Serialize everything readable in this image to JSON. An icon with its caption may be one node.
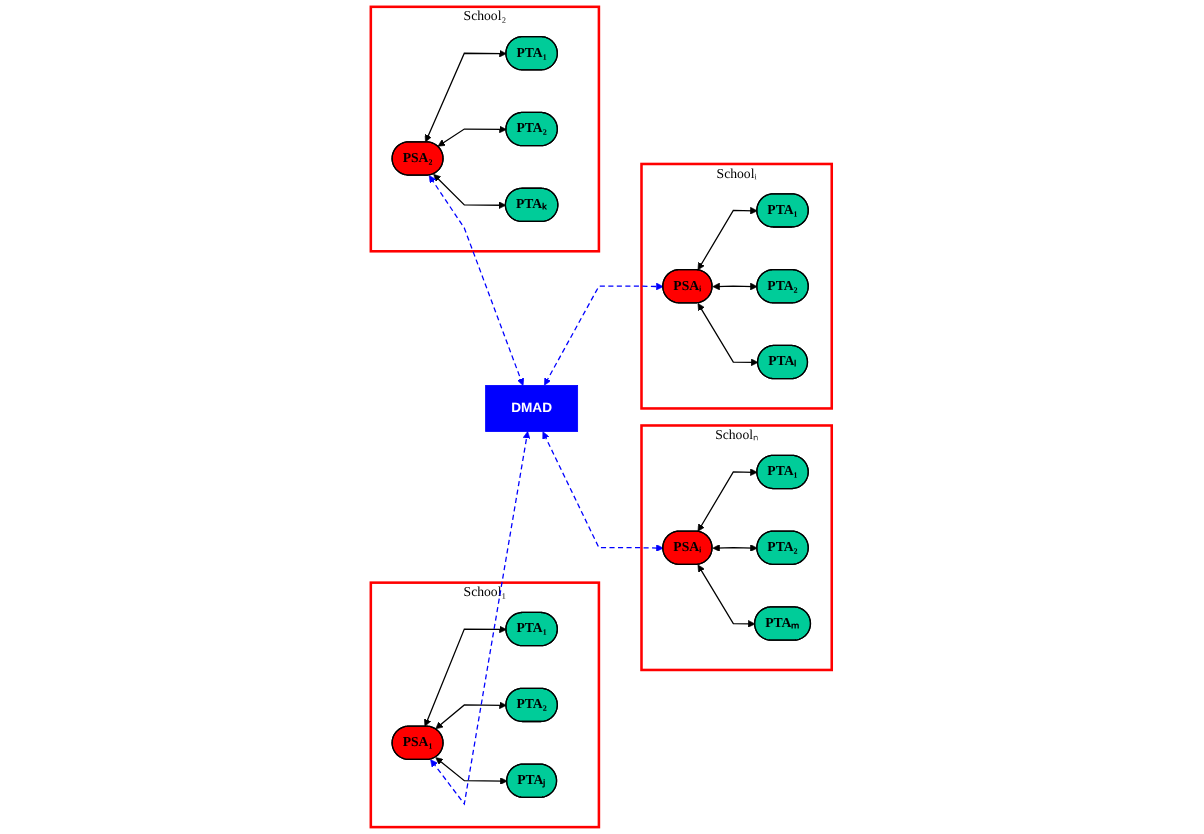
{
  "diagram": {
    "nodes": [
      {
        "text": [
          "School₁"
        ]
      },
      {
        "text": [
          "PTA₁"
        ],
        "in": 0
      },
      {
        "text": [
          "PTA₂"
        ],
        "in": 0
      },
      {
        "text": [
          "PTAⱼ"
        ],
        "in": 0
      },
      {
        "text": [
          "PSA₁"
        ],
        "in": 0
      },
      {
        "text": [
          "Schoolᵢ"
        ]
      },
      {
        "text": [
          "PTA₁"
        ],
        "in": 5
      },
      {
        "text": [
          "PTA₂"
        ],
        "in": 5
      },
      {
        "text": [
          "PTAₗ"
        ],
        "in": 5
      },
      {
        "text": [
          "PSAᵢ"
        ],
        "in": 5
      },
      {
        "text": [
          "DMAD"
        ]
      },
      {
        "text": [
          "School₂"
        ]
      },
      {
        "text": [
          "PTA₁"
        ],
        "in": 11
      },
      {
        "text": [
          "PTA₂"
        ],
        "in": 11
      },
      {
        "text": [
          "PTAₖ"
        ],
        "in": 11
      },
      {
        "text": [
          "PSA₂"
        ],
        "in": 11
      },
      {
        "text": [
          "Schoolₙ"
        ]
      },
      {
        "text": [
          "PTA₁"
        ],
        "in": 16
      },
      {
        "text": [
          "PTA₂"
        ],
        "in": 16
      },
      {
        "text": [
          "PTAₘ"
        ],
        "in": 16
      },
      {
        "text": [
          "PSAᵢ"
        ],
        "in": 16
      }
    ],
    "edges": [
      {
        "from": 4,
        "to": 1,
        "arrow": "both"
      },
      {
        "from": 4,
        "to": 2,
        "arrow": "both"
      },
      {
        "from": 4,
        "to": 3,
        "arrow": "both"
      },
      {
        "from": 4,
        "to": 10,
        "arrow": "both",
        "style": "dashed",
        "color": "#0000ff"
      },
      {
        "from": 9,
        "to": 6,
        "arrow": "both"
      },
      {
        "from": 9,
        "to": 7,
        "arrow": "both"
      },
      {
        "from": 9,
        "to": 8,
        "arrow": "both"
      },
      {
        "from": 10,
        "to": 9,
        "arrow": "both",
        "style": "dashed",
        "color": "#0000ff"
      },
      {
        "from": 15,
        "to": 12,
        "arrow": "both"
      },
      {
        "from": 15,
        "to": 13,
        "arrow": "both"
      },
      {
        "from": 15,
        "to": 14,
        "arrow": "both"
      },
      {
        "from": 15,
        "to": 10,
        "arrow": "both",
        "style": "dashed",
        "color": "#0000ff"
      },
      {
        "from": 20,
        "to": 17,
        "arrow": "both"
      },
      {
        "from": 20,
        "to": 18,
        "arrow": "both"
      },
      {
        "from": 20,
        "to": 19,
        "arrow": "both"
      },
      {
        "from": 10,
        "to": 20,
        "arrow": "both",
        "style": "dashed",
        "color": "#0000ff"
      }
    ]
  }
}
